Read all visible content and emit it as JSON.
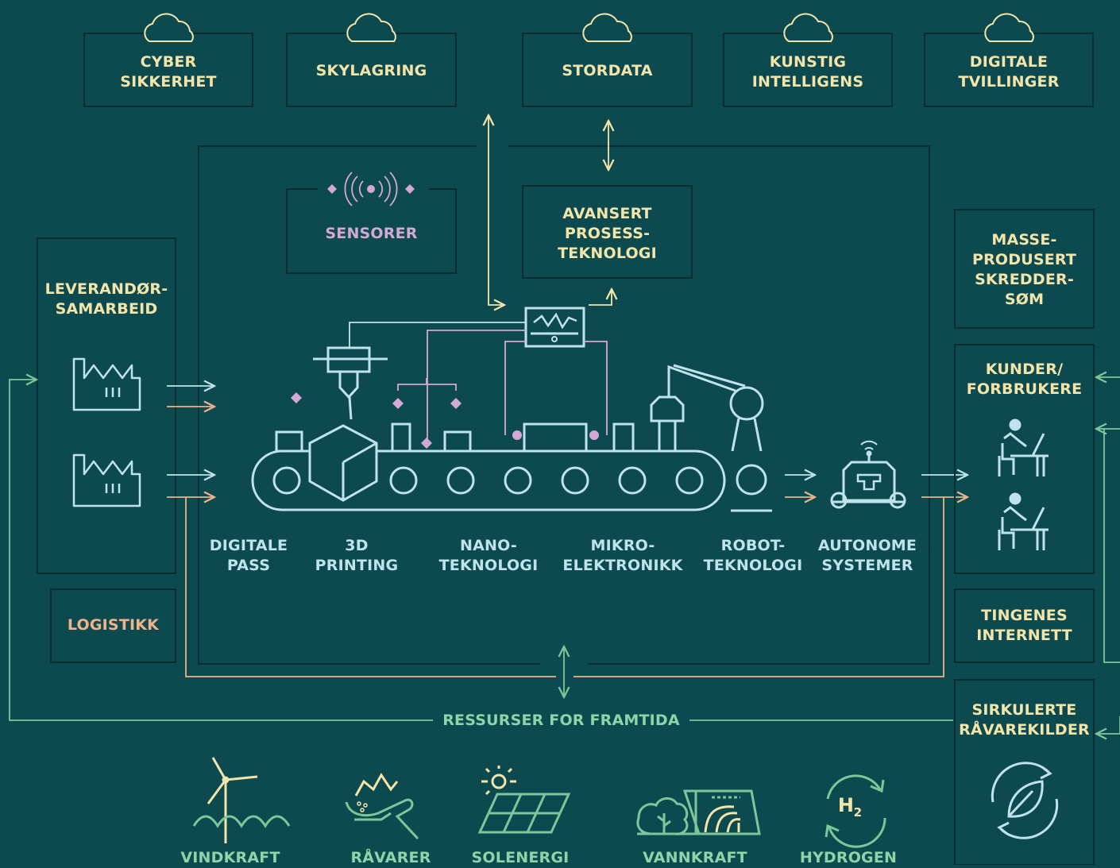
{
  "colors": {
    "background": "#0d4a50",
    "box_border": "#0a2e32",
    "label_top": "#f3e5a9",
    "label_machine": "#bfe3ec",
    "label_sensor": "#d4a8d4",
    "label_logistics": "#efb28b",
    "label_resources": "#8fd4a8",
    "line_cyan": "#bfe3ec",
    "line_orange": "#efb28b",
    "line_green": "#7cc79a",
    "line_pink": "#d4a8d4"
  },
  "digital_services": [
    {
      "label": "CYBER\nSIKKERHET",
      "icon": "cloud-icon"
    },
    {
      "label": "SKYLAGRING",
      "icon": "cloud-icon"
    },
    {
      "label": "STORDATA",
      "icon": "cloud-icon"
    },
    {
      "label": "KUNSTIG\nINTELLIGENS",
      "icon": "cloud-icon"
    },
    {
      "label": "DIGITALE\nTVILLINGER",
      "icon": "cloud-icon"
    }
  ],
  "factory": {
    "sensors": {
      "label": "SENSORER",
      "icon": "sensor-signal-icon"
    },
    "process_tech": {
      "label": "AVANSERT\nPROSESS-\nTEKNOLOGI"
    },
    "technologies": [
      "DIGITALE\nPASS",
      "3D\nPRINTING",
      "NANO-\nTEKNOLOGI",
      "MIKRO-\nELEKTRONIKK",
      "ROBOT-\nTEKNOLOGI",
      "AUTONOME\nSYSTEMER"
    ]
  },
  "left_panel": {
    "supplier": {
      "label": "LEVERANDØR-\nSAMARBEID",
      "icon": "factory-icon"
    },
    "logistics": {
      "label": "LOGISTIKK"
    }
  },
  "right_panel": {
    "mass_custom": {
      "label": "MASSE-\nPRODUSERT\nSKREDDER-\nSØM"
    },
    "customers": {
      "label": "KUNDER/\nFORBRUKERE",
      "icon": "person-at-desk-icon"
    },
    "iot": {
      "label": "TINGENES\nINTERNETT"
    },
    "circular": {
      "label": "SIRKULERTE\nRÅVAREKILDER",
      "icon": "recycle-leaf-icon"
    }
  },
  "resources": {
    "title": "RESSURSER FOR FRAMTIDA",
    "items": [
      {
        "label": "VINDKRAFT",
        "icon": "wind-turbine-icon"
      },
      {
        "label": "RÅVARER",
        "icon": "raw-materials-icon"
      },
      {
        "label": "SOLENERGI",
        "icon": "solar-panel-icon"
      },
      {
        "label": "VANNKRAFT",
        "icon": "hydropower-icon"
      },
      {
        "label": "HYDROGEN",
        "icon": "hydrogen-icon"
      }
    ],
    "hydrogen_symbol": "H",
    "hydrogen_subscript": "2"
  }
}
